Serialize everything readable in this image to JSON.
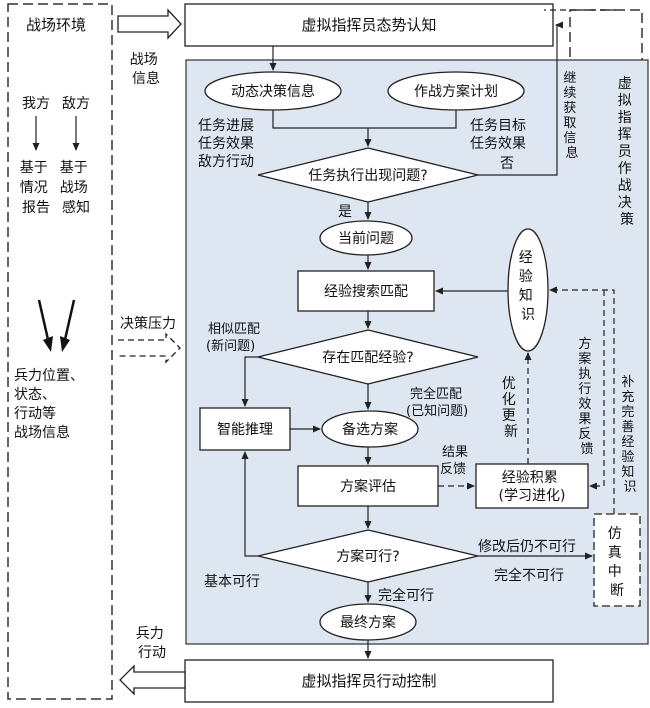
{
  "left_panel": {
    "battlefield_env": "战场环境",
    "our_side": "我方",
    "enemy_side": "敌方",
    "based_on_report": [
      "基于",
      "情况",
      "报告"
    ],
    "based_on_perception": [
      "基于",
      "战场",
      "感知"
    ],
    "battle_info_lines": [
      "兵力位置、",
      "状态、",
      "行动等",
      "战场信息"
    ]
  },
  "arrow_labels": {
    "battle_info": [
      "战场",
      "信息"
    ],
    "decision_pressure": "决策压力",
    "force_action": [
      "兵力",
      "行动"
    ],
    "continue_acquire": [
      "继",
      "续",
      "获",
      "取",
      "信",
      "息"
    ],
    "no": "否",
    "yes": "是",
    "similar_match": [
      "相似匹配",
      "(新问题)"
    ],
    "full_match": [
      "完全匹配",
      "(已知问题)"
    ],
    "optimize_update": [
      "优",
      "化",
      "更",
      "新"
    ],
    "result_feedback": [
      "结果",
      "反馈"
    ],
    "plan_feedback": [
      "方",
      "案",
      "执",
      "行",
      "效",
      "果",
      "反",
      "馈"
    ],
    "supplement_knowledge": [
      "补",
      "充",
      "完",
      "善",
      "经",
      "验",
      "知",
      "识"
    ],
    "task_progress": [
      "任务进展",
      "任务效果",
      "敌方行动"
    ],
    "task_goal": [
      "任务目标",
      "任务效果"
    ],
    "basic_feasible": "基本可行",
    "fully_feasible": "完全可行",
    "still_infeasible": "修改后仍不可行",
    "totally_infeasible": "完全不可行"
  },
  "nodes": {
    "situation_awareness": "虚拟指挥员态势认知",
    "dynamic_info": "动态决策信息",
    "battle_plan": "作战方案计划",
    "task_problem": "任务执行出现问题?",
    "current_problem": "当前问题",
    "experience_search": "经验搜索匹配",
    "experience_knowledge": [
      "经",
      "验",
      "知",
      "识"
    ],
    "match_exists": "存在匹配经验?",
    "smart_reasoning": "智能推理",
    "candidate_plan": "备选方案",
    "plan_eval": "方案评估",
    "experience_accum": [
      "经验积累",
      "(学习进化)"
    ],
    "plan_feasible": "方案可行?",
    "final_plan": "最终方案",
    "sim_interrupt": [
      "仿",
      "真",
      "中",
      "断"
    ],
    "action_control": "虚拟指挥员行动控制",
    "vc_decision": [
      "虚",
      "拟",
      "指",
      "挥",
      "员",
      "作",
      "战",
      "决",
      "策"
    ]
  },
  "colors": {
    "panel_fill": "#dde6f1",
    "stroke": "#222222"
  }
}
